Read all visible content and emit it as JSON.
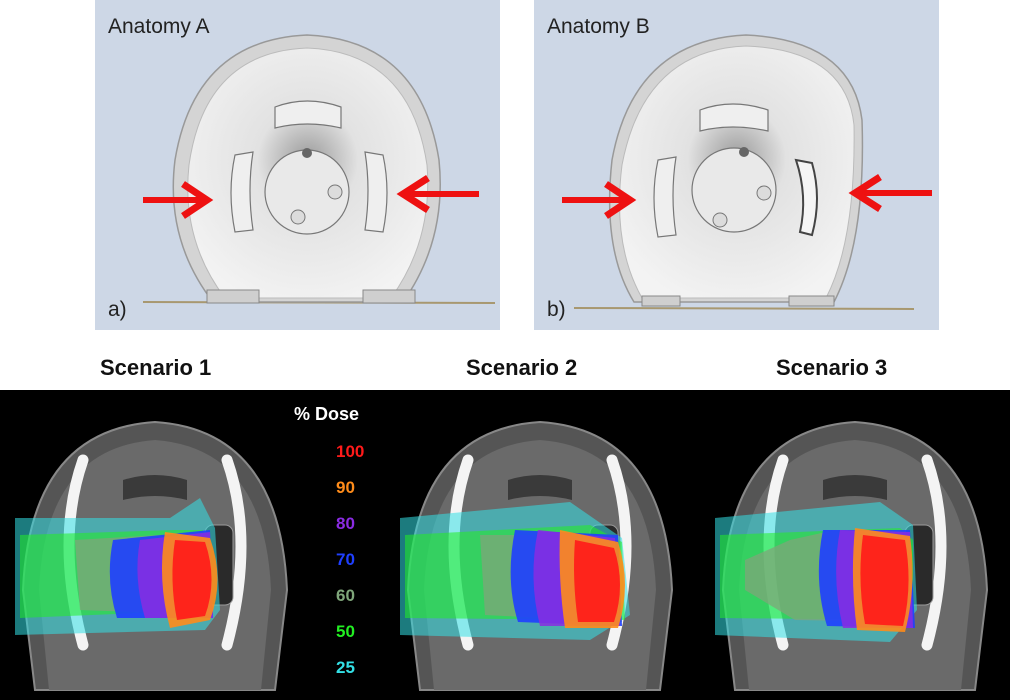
{
  "panels": [
    {
      "title": "Anatomy A",
      "letter": "a)"
    },
    {
      "title": "Anatomy B",
      "letter": "b)"
    }
  ],
  "scenarios": [
    "Scenario 1",
    "Scenario 2",
    "Scenario 3"
  ],
  "legend": {
    "title": "% Dose",
    "levels": [
      {
        "label": "100",
        "color": "#ff1a1a"
      },
      {
        "label": "90",
        "color": "#ff8c1a"
      },
      {
        "label": "80",
        "color": "#8a2be2"
      },
      {
        "label": "70",
        "color": "#1f3fff"
      },
      {
        "label": "60",
        "color": "#7fa67a"
      },
      {
        "label": "50",
        "color": "#22ee22"
      },
      {
        "label": "25",
        "color": "#33e0e6"
      }
    ]
  },
  "colors": {
    "arrow": "#ee1111",
    "panel_bg": "#cdd7e6"
  }
}
